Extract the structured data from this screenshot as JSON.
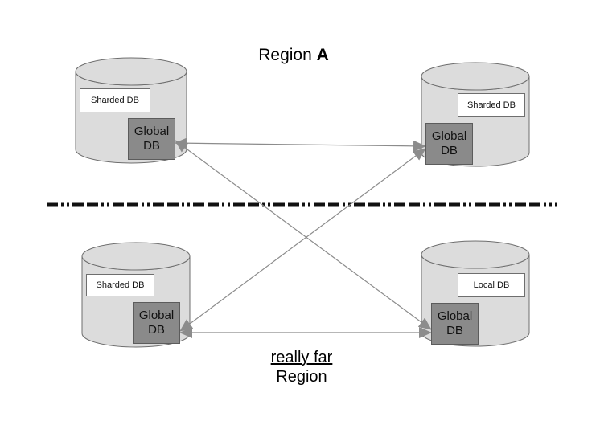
{
  "diagram": {
    "region_a": {
      "prefix": "Region ",
      "name": "A"
    },
    "far_region": {
      "line1": "really far",
      "line2": "Region"
    },
    "nodes": [
      {
        "id": "top-left",
        "label": "Sharded DB",
        "global_line1": "Global",
        "global_line2": "DB"
      },
      {
        "id": "top-right",
        "label": "Sharded DB",
        "global_line1": "Global",
        "global_line2": "DB"
      },
      {
        "id": "bottom-left",
        "label": "Sharded DB",
        "global_line1": "Global",
        "global_line2": "DB"
      },
      {
        "id": "bottom-right",
        "label": "Local DB",
        "global_line1": "Global",
        "global_line2": "DB"
      }
    ],
    "colors": {
      "cylinder": "#dcdcdc",
      "global_db": "#8a8a8a",
      "arrow": "#8c8c8c",
      "divider": "#111111"
    }
  }
}
